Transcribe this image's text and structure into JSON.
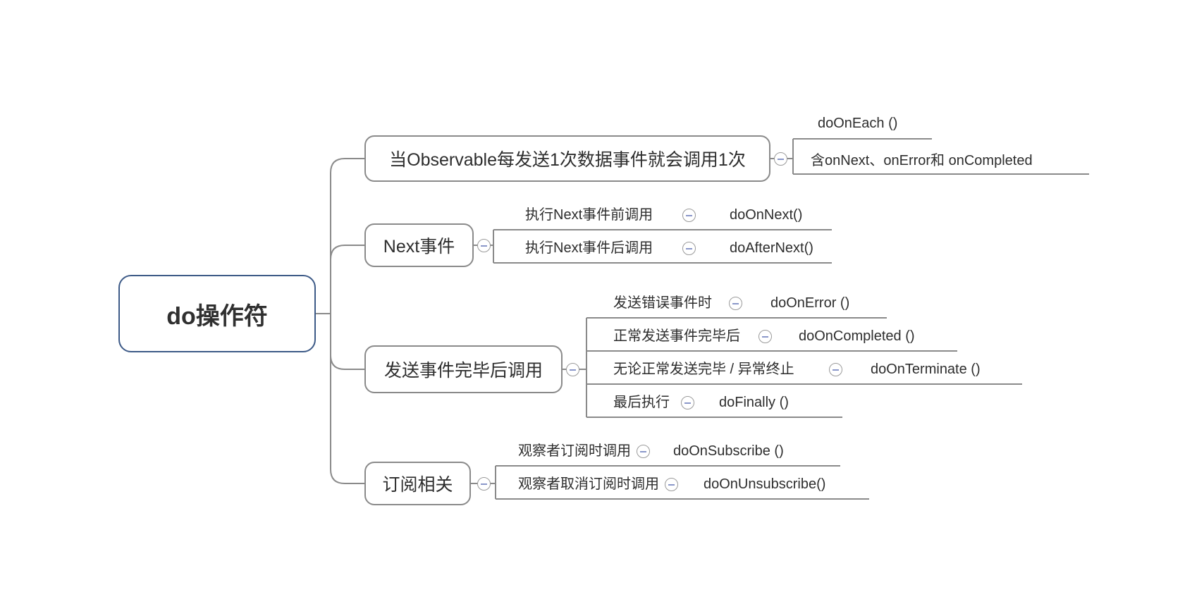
{
  "root": {
    "label": "do操作符"
  },
  "branches": [
    {
      "label": "当Observable每发送1次数据事件就会调用1次",
      "children": [
        {
          "label": "doOnEach ()"
        },
        {
          "label": "含onNext、onError和 onCompleted"
        }
      ]
    },
    {
      "label": "Next事件",
      "children": [
        {
          "label": "执行Next事件前调用",
          "fn": "doOnNext()"
        },
        {
          "label": "执行Next事件后调用",
          "fn": "doAfterNext()"
        }
      ]
    },
    {
      "label": "发送事件完毕后调用",
      "children": [
        {
          "label": "发送错误事件时",
          "fn": "doOnError ()"
        },
        {
          "label": "正常发送事件完毕后",
          "fn": "doOnCompleted ()"
        },
        {
          "label": "无论正常发送完毕 / 异常终止",
          "fn": "doOnTerminate ()"
        },
        {
          "label": "最后执行",
          "fn": "doFinally ()"
        }
      ]
    },
    {
      "label": "订阅相关",
      "children": [
        {
          "label": "观察者订阅时调用",
          "fn": "doOnSubscribe ()"
        },
        {
          "label": "观察者取消订阅时调用",
          "fn": "doOnUnsubscribe()"
        }
      ]
    }
  ],
  "icons": {
    "collapse": "minus-circle"
  },
  "colors": {
    "background": "#ffffff",
    "root_border": "#3d5a87",
    "node_border": "#8a8a8a",
    "line": "#8a8a8a",
    "minus": "#8a97c9",
    "text": "#2d2d2d"
  }
}
